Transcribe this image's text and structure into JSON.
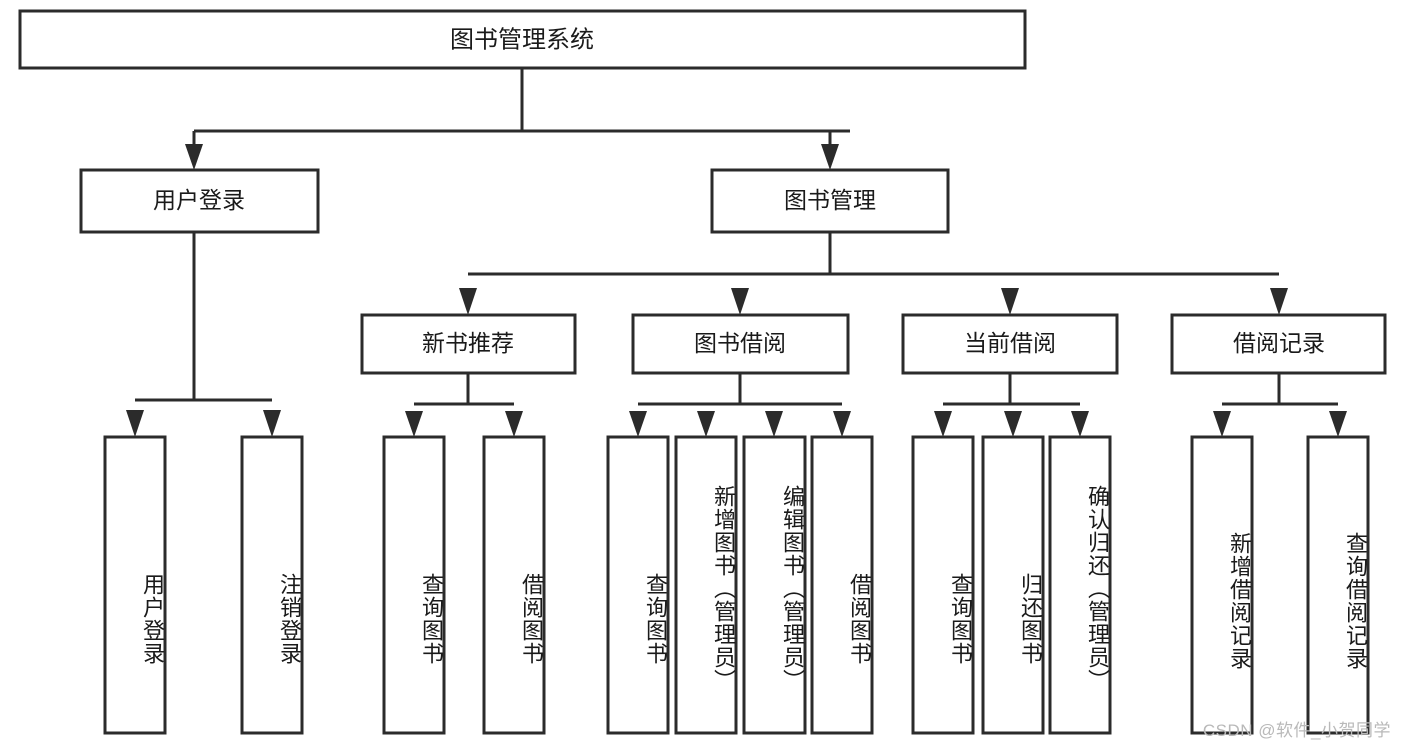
{
  "diagram": {
    "title": "图书管理系统",
    "watermark": "CSDN @软件_小贺同学",
    "orientation": "top-down-tree",
    "levels": 4,
    "colors": {
      "box_stroke": "#2b2b2b",
      "box_fill": "#ffffff",
      "text": "#1a1a1a",
      "background": "#ffffff",
      "watermark": "#b9b9b9"
    },
    "root": {
      "label": "图书管理系统"
    },
    "level2": [
      {
        "label": "用户登录"
      },
      {
        "label": "图书管理"
      }
    ],
    "level3": [
      {
        "label": "新书推荐"
      },
      {
        "label": "图书借阅"
      },
      {
        "label": "当前借阅"
      },
      {
        "label": "借阅记录"
      }
    ],
    "leaves": {
      "user_login": [
        {
          "label": "用户登录"
        },
        {
          "label": "注销登录"
        }
      ],
      "new_book_recommend": [
        {
          "label": "查询图书"
        },
        {
          "label": "借阅图书"
        }
      ],
      "book_borrow": [
        {
          "label": "查询图书"
        },
        {
          "label": "新增图书（管理员）"
        },
        {
          "label": "编辑图书（管理员）"
        },
        {
          "label": "借阅图书"
        }
      ],
      "current_borrow": [
        {
          "label": "查询图书"
        },
        {
          "label": "归还图书"
        },
        {
          "label": "确认归还（管理员）"
        }
      ],
      "borrow_record": [
        {
          "label": "新增借阅记录"
        },
        {
          "label": "查询借阅记录"
        }
      ]
    }
  }
}
